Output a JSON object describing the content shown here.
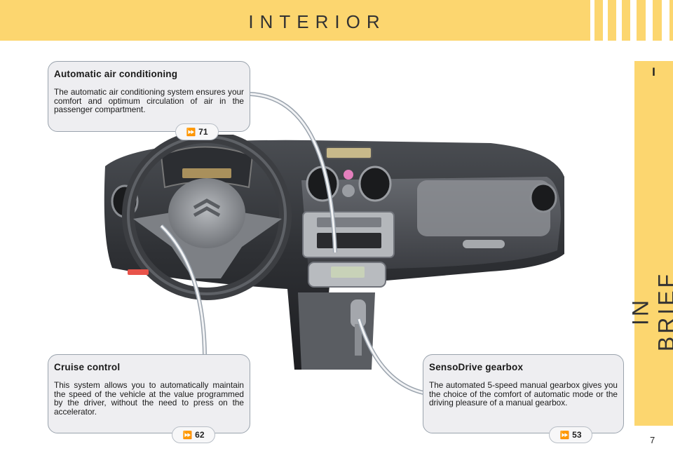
{
  "header": {
    "title": "INTERIOR"
  },
  "side_tab": {
    "letter": "I",
    "label": "IN BRIEF"
  },
  "callouts": {
    "air_conditioning": {
      "title": "Automatic air conditioning",
      "text": "The automatic air conditioning system ensures your comfort and optimum circulation of air in the passenger compartment.",
      "ref": "71"
    },
    "cruise_control": {
      "title": "Cruise control",
      "text": "This system allows you to automatically maintain the speed of the vehicle at the value programmed by the driver, without the need to press on the accelerator.",
      "ref": "62"
    },
    "gearbox": {
      "title": "SensoDrive gearbox",
      "text": "The automated 5-speed manual gearbox gives you the choice of the comfort of automatic mode or the driving pleasure of a manual gearbox.",
      "ref": "53"
    }
  },
  "ref_icon": "fast-forward-icon",
  "page_number": "7",
  "colors": {
    "accent": "#fcd66f",
    "callout_bg": "#eeeef1",
    "callout_border": "#9aa3ad"
  }
}
